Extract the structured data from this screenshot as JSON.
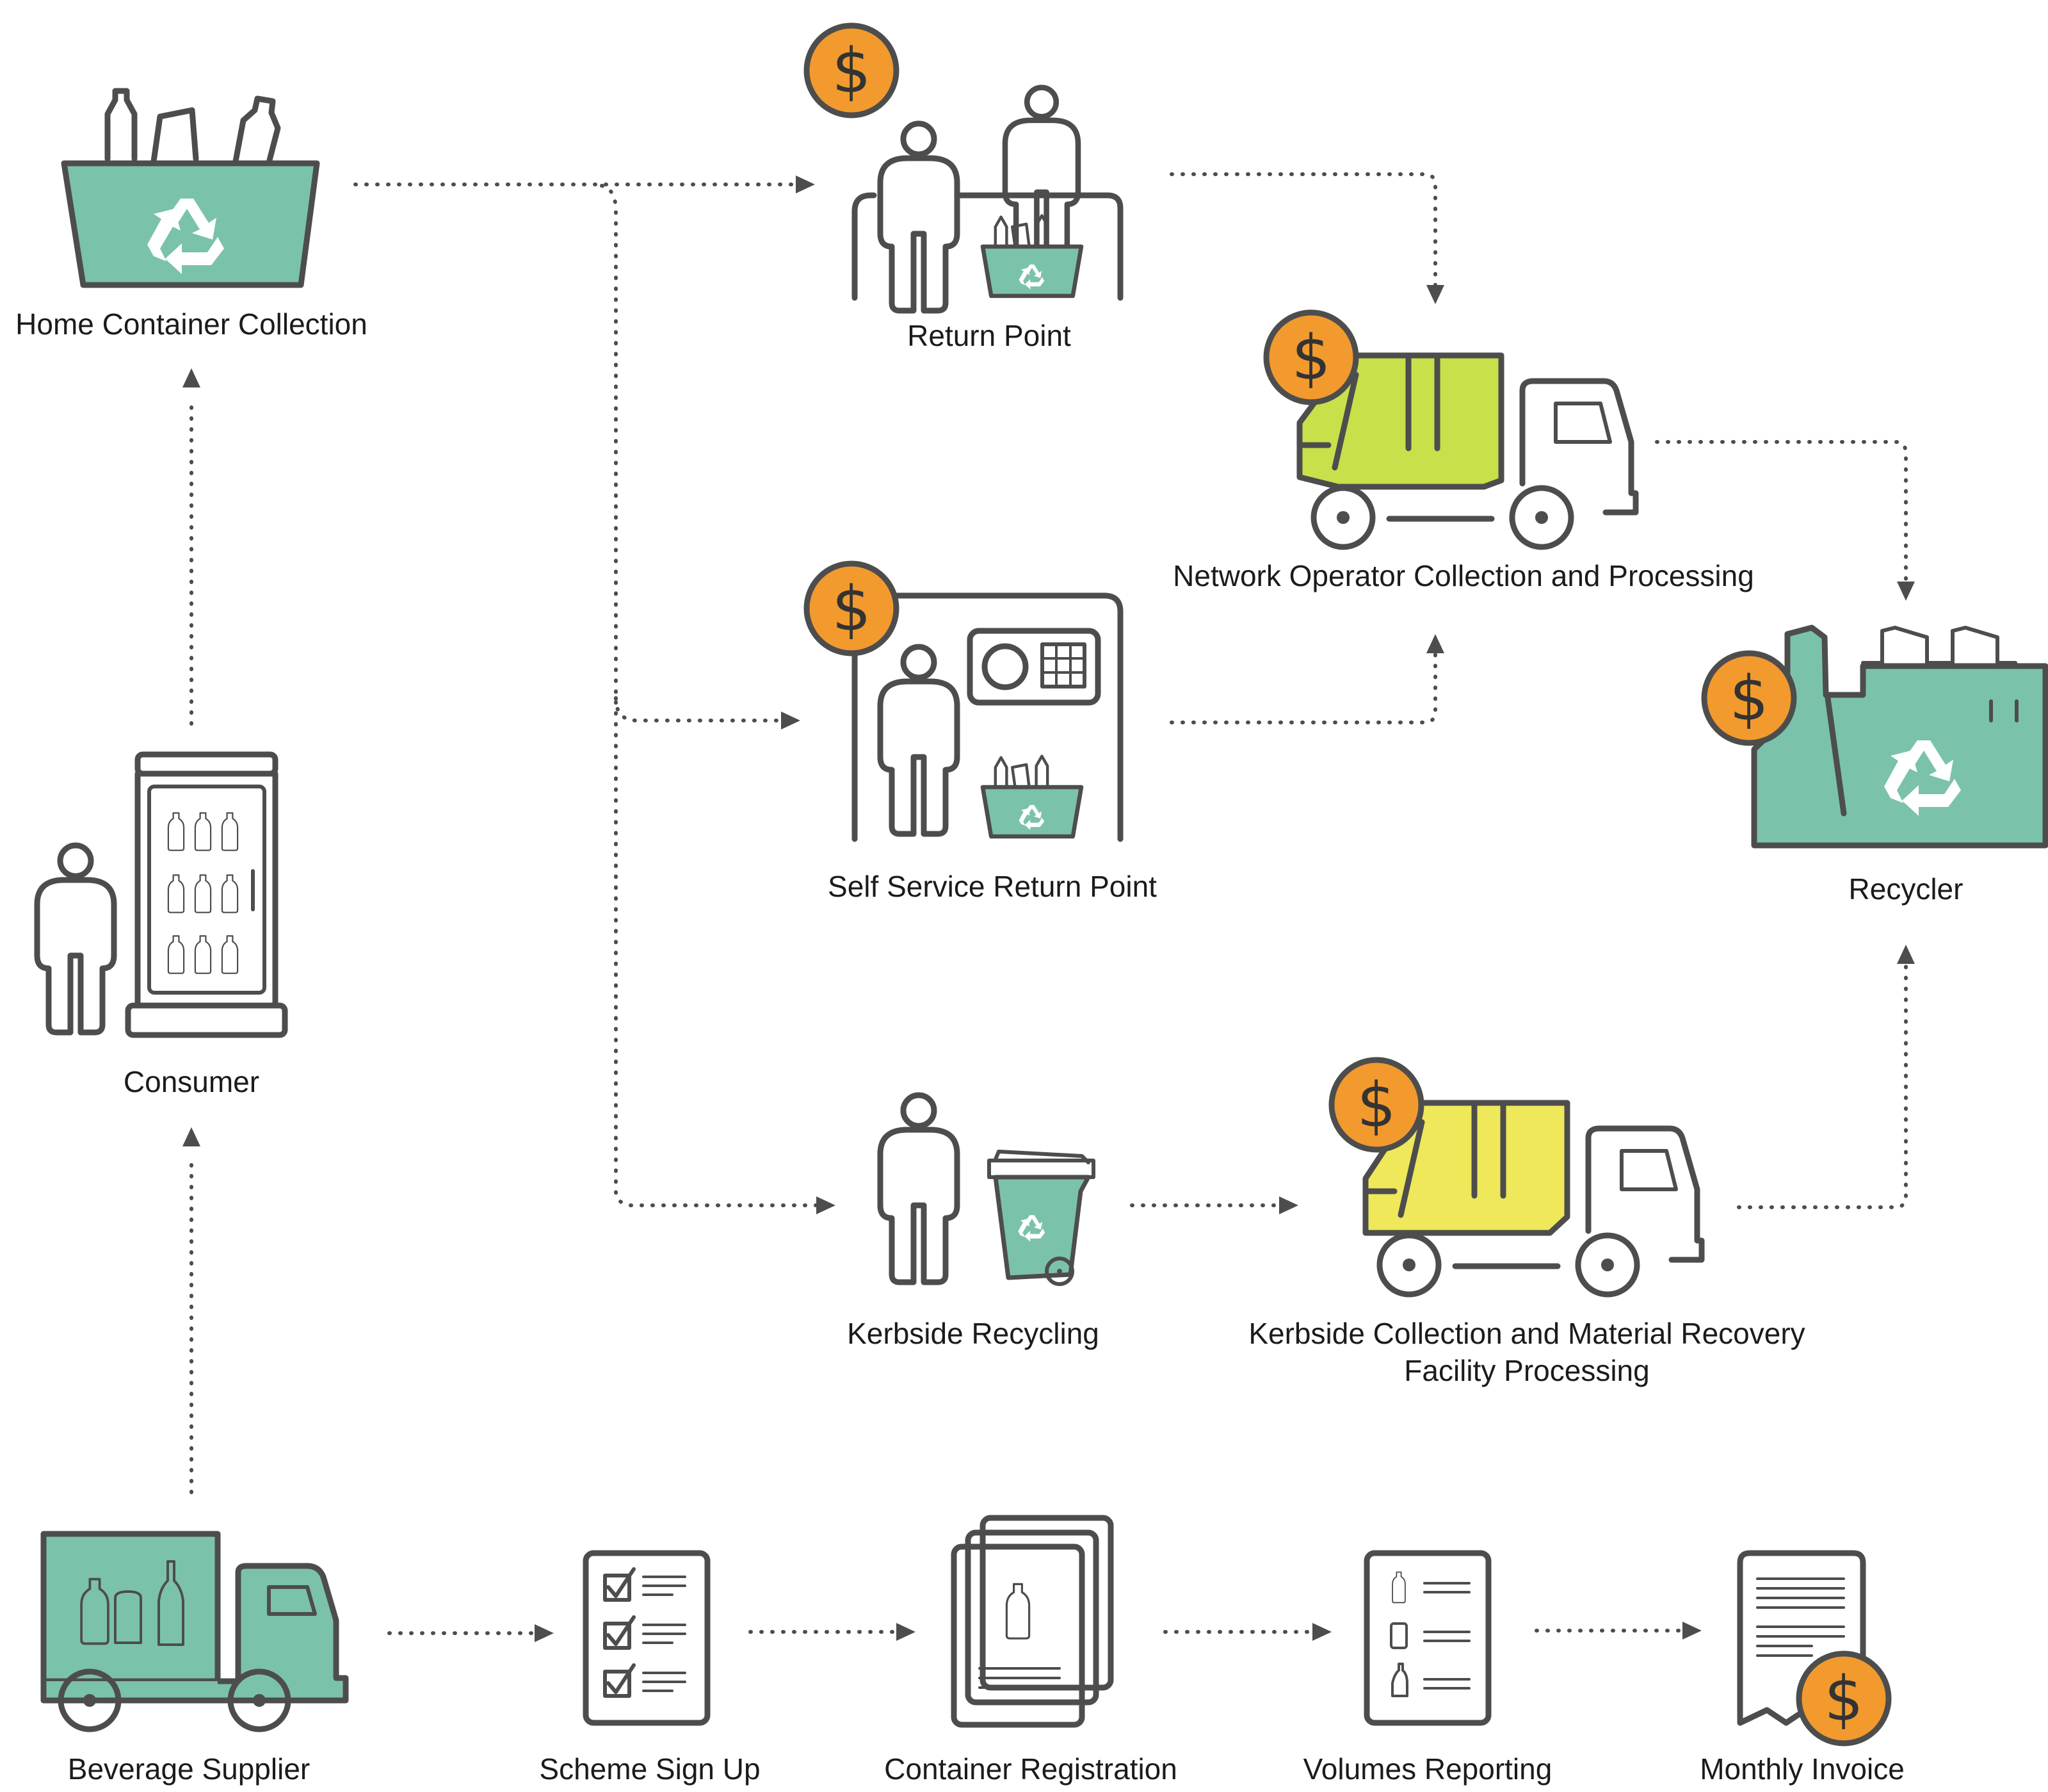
{
  "nodes": {
    "home_collection": "Home Container Collection",
    "return_point": "Return Point",
    "network_operator": "Network Operator Collection and Processing",
    "self_service": "Self Service Return Point",
    "recycler": "Recycler",
    "consumer": "Consumer",
    "kerbside_recycling": "Kerbside Recycling",
    "kerbside_collection_line1": "Kerbside Collection and Material Recovery",
    "kerbside_collection_line2": "Facility Processing",
    "beverage_supplier": "Beverage Supplier",
    "scheme_sign_up": "Scheme Sign Up",
    "container_registration": "Container Registration",
    "volumes_reporting": "Volumes Reporting",
    "monthly_invoice": "Monthly Invoice"
  },
  "coin_symbol": "$",
  "icons": {
    "payment": "dollar-coin-icon",
    "recycle": "recycle-icon",
    "truck": "truck-icon",
    "person": "person-icon",
    "fridge": "fridge-icon",
    "factory": "factory-icon",
    "document": "document-icon"
  },
  "colors": {
    "teal": "#7bc2ab",
    "lime": "#c8e04a",
    "yellow": "#eee85a",
    "coin": "#f29a2e",
    "outline": "#4d4d4d"
  }
}
